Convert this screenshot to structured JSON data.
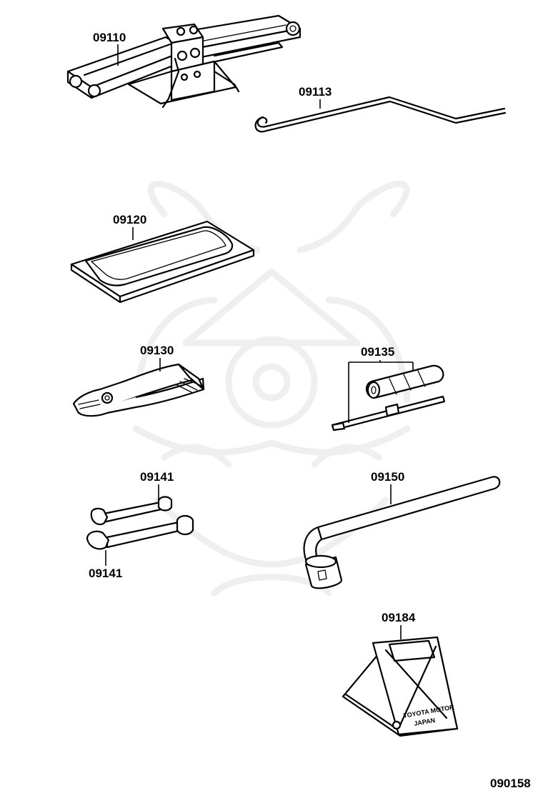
{
  "diagram_id": "090158",
  "parts": [
    {
      "number": "09110",
      "icon": "scissor-jack"
    },
    {
      "number": "09113",
      "icon": "jack-handle"
    },
    {
      "number": "09120",
      "icon": "tool-bag"
    },
    {
      "number": "09130",
      "icon": "pliers"
    },
    {
      "number": "09135",
      "icon": "screwdriver"
    },
    {
      "number": "09141",
      "icon": "open-end-wrench"
    },
    {
      "number": "09141",
      "icon": "open-end-wrench"
    },
    {
      "number": "09150",
      "icon": "lug-wrench"
    },
    {
      "number": "09184",
      "icon": "wheel-chock"
    }
  ],
  "chock_text": {
    "line1": "TOYOTA MOTOR",
    "line2": "JAPAN"
  },
  "watermark": {
    "icon": "samurai-helmet-watermark"
  }
}
